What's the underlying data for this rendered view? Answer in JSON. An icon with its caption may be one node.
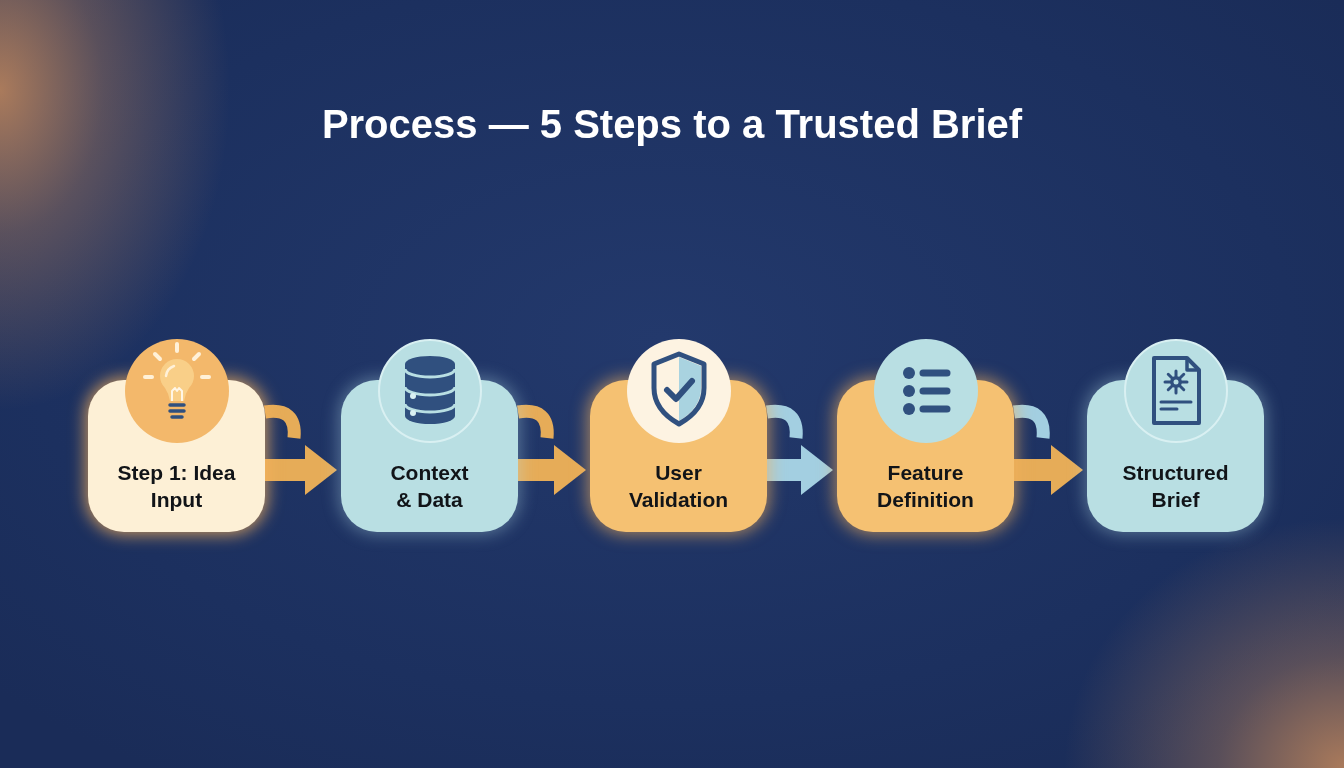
{
  "diagram": {
    "title": "Process — 5 Steps to a Trusted Brief",
    "nodes": [
      {
        "text": [
          "Step 1: Idea Input"
        ]
      },
      {
        "text": [
          "Context & Data"
        ]
      },
      {
        "text": [
          "User Validation"
        ]
      },
      {
        "text": [
          "Feature Definition"
        ]
      },
      {
        "text": [
          "Structured Brief"
        ]
      }
    ],
    "edges": [
      {
        "from": 0,
        "to": 1,
        "arrow": "to"
      },
      {
        "from": 1,
        "to": 2,
        "arrow": "to"
      },
      {
        "from": 2,
        "to": 3,
        "arrow": "to",
        "color": "#a3cfe1"
      },
      {
        "from": 3,
        "to": 4,
        "arrow": "to"
      }
    ]
  }
}
